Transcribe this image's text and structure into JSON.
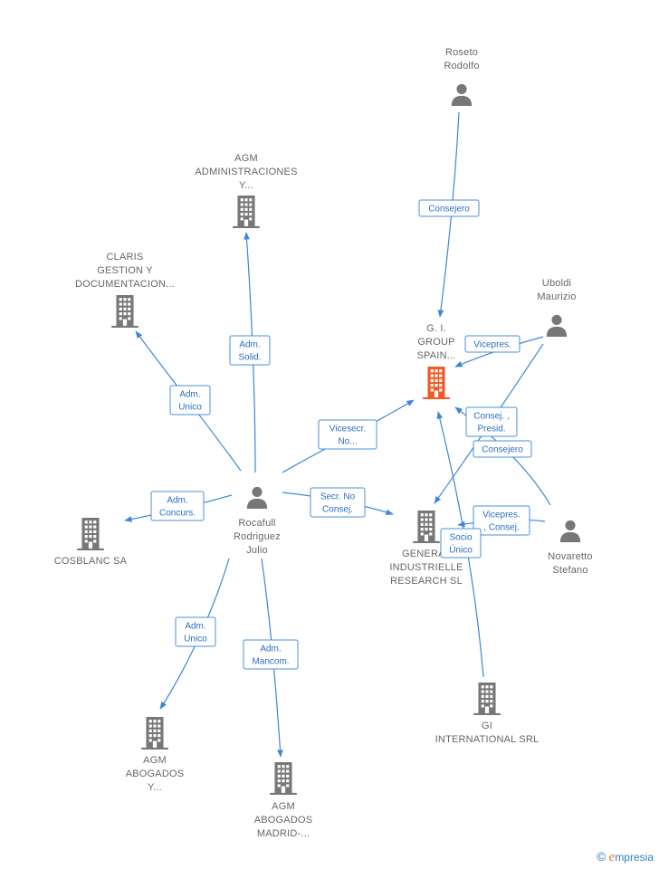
{
  "colors": {
    "edge": "#3d86d6",
    "node": "#777777",
    "highlight": "#f05a28",
    "label_text": "#666666"
  },
  "nodes": {
    "roseto": {
      "type": "person",
      "label": [
        "Roseto",
        "Rodolfo"
      ]
    },
    "uboldi": {
      "type": "person",
      "label": [
        "Uboldi",
        "Maurizio"
      ]
    },
    "novaretto": {
      "type": "person",
      "label": [
        "Novaretto",
        "Stefano"
      ]
    },
    "rocafull": {
      "type": "person",
      "label": [
        "Rocafull",
        "Rodriguez",
        "Julio"
      ]
    },
    "gigroup": {
      "type": "company",
      "highlight": true,
      "label": [
        "G. I.",
        "GROUP",
        "SPAIN..."
      ]
    },
    "agm_admin": {
      "type": "company",
      "label": [
        "AGM",
        "ADMINISTRACIONES",
        "Y..."
      ]
    },
    "claris": {
      "type": "company",
      "label": [
        "CLARIS",
        "GESTION Y",
        "DOCUMENTACION..."
      ]
    },
    "cosblanc": {
      "type": "company",
      "label": [
        "COSBLANC SA"
      ]
    },
    "general": {
      "type": "company",
      "label": [
        "GENERAL",
        "INDUSTRIELLE",
        "RESEARCH SL"
      ]
    },
    "agm_abog_y": {
      "type": "company",
      "label": [
        "AGM",
        "ABOGADOS",
        "Y..."
      ]
    },
    "agm_abog_m": {
      "type": "company",
      "label": [
        "AGM",
        "ABOGADOS",
        "MADRID-..."
      ]
    },
    "gi_intl": {
      "type": "company",
      "label": [
        "GI",
        "INTERNATIONAL SRL"
      ]
    }
  },
  "edges": [
    {
      "from": "roseto",
      "to": "gigroup",
      "label": [
        "Consejero"
      ]
    },
    {
      "from": "uboldi",
      "to": "gigroup",
      "label": [
        "Vicepres."
      ]
    },
    {
      "from": "novaretto",
      "to": "gigroup",
      "label": [
        "Consej. ,",
        "Presid."
      ]
    },
    {
      "from": "uboldi",
      "to": "general",
      "label": [
        "Consejero"
      ]
    },
    {
      "from": "novaretto",
      "to": "general",
      "label": [
        "Vicepres.",
        ", Consej."
      ]
    },
    {
      "from": "gi_intl",
      "to": "gigroup",
      "label": [
        "Socio",
        "Único"
      ]
    },
    {
      "from": "rocafull",
      "to": "gigroup",
      "label": [
        "Vicesecr.",
        "No..."
      ]
    },
    {
      "from": "rocafull",
      "to": "general",
      "label": [
        "Secr.  No",
        "Consej."
      ]
    },
    {
      "from": "rocafull",
      "to": "agm_admin",
      "label": [
        "Adm.",
        "Solid."
      ]
    },
    {
      "from": "rocafull",
      "to": "claris",
      "label": [
        "Adm.",
        "Unico"
      ]
    },
    {
      "from": "rocafull",
      "to": "cosblanc",
      "label": [
        "Adm.",
        "Concurs."
      ]
    },
    {
      "from": "rocafull",
      "to": "agm_abog_y",
      "label": [
        "Adm.",
        "Unico"
      ]
    },
    {
      "from": "rocafull",
      "to": "agm_abog_m",
      "label": [
        "Adm.",
        "Mancom."
      ]
    }
  ],
  "footer": {
    "copyright_symbol": "©",
    "brand_initial": "e",
    "brand_rest": "mpresia"
  }
}
